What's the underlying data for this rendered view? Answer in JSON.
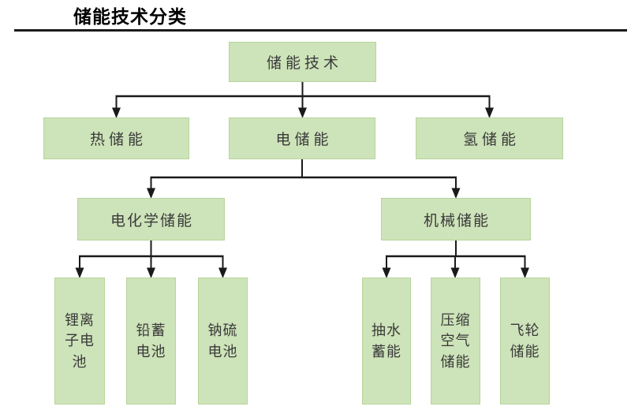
{
  "header": {
    "title": "储能技术分类"
  },
  "tree": {
    "label": "储能技术",
    "children": [
      {
        "label": "热储能",
        "children": []
      },
      {
        "label": "电储能",
        "children": [
          {
            "label": "电化学储能",
            "children": [
              {
                "label": "锂离子电池"
              },
              {
                "label": "铅蓄电池"
              },
              {
                "label": "钠硫电池"
              }
            ]
          },
          {
            "label": "机械储能",
            "children": [
              {
                "label": "抽水蓄能"
              },
              {
                "label": "压缩空气储能"
              },
              {
                "label": "飞轮储能"
              }
            ]
          }
        ]
      },
      {
        "label": "氢储能",
        "children": []
      }
    ]
  },
  "colors": {
    "box_fill": "#cde3b9",
    "box_border": "#aacc8a",
    "connector_line": "#1a1a1a",
    "box_text": "#3a3a3a",
    "title_text": "#000000"
  }
}
